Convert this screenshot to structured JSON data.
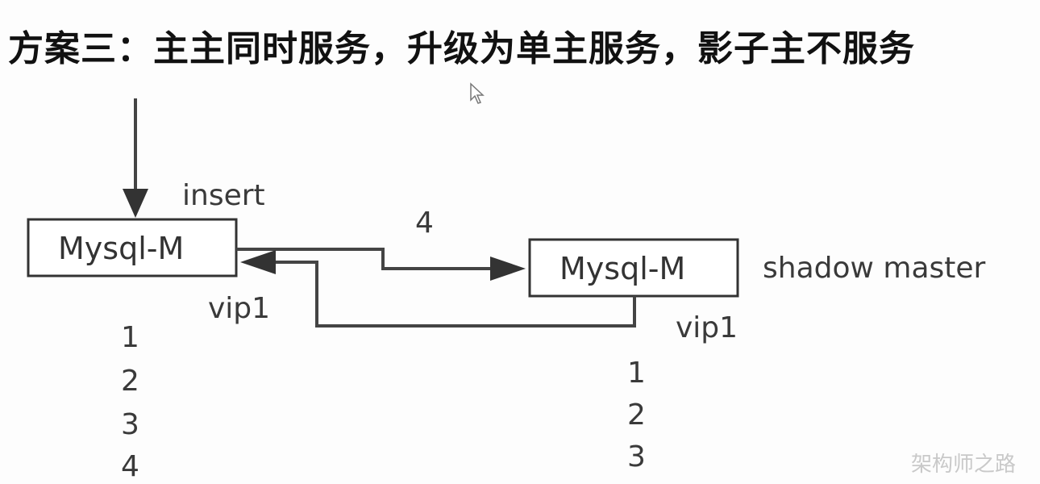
{
  "title": "方案三：主主同时服务，升级为单主服务，影子主不服务",
  "diagram": {
    "left_box": {
      "label": "Mysql-M"
    },
    "right_box": {
      "label": "Mysql-M"
    },
    "insert_label": "insert",
    "sync_label": "4",
    "shadow_label": "shadow master",
    "left_vip": "vip1",
    "right_vip": "vip1",
    "left_numbers": [
      "1",
      "2",
      "3",
      "4"
    ],
    "right_numbers": [
      "1",
      "2",
      "3"
    ]
  },
  "watermark": "架构师之路"
}
